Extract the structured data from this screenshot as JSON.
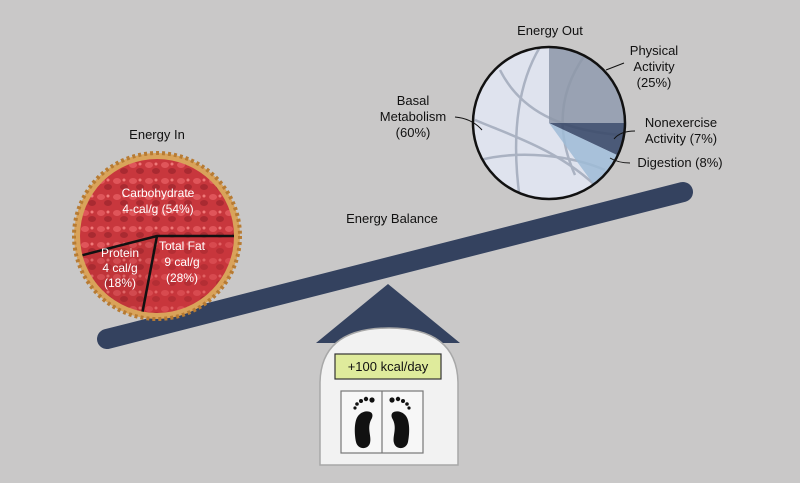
{
  "energy_in": {
    "title": "Energy In",
    "segments": [
      {
        "name": "Carbohydrate",
        "detail": "4-cal/g (54%)",
        "percent": 54
      },
      {
        "name": "Protein",
        "detail": "4 cal/g",
        "pct_text": "(18%)",
        "percent": 18
      },
      {
        "name": "Total Fat",
        "detail": "9 cal/g",
        "pct_text": "(28%)",
        "percent": 28
      }
    ]
  },
  "energy_out": {
    "title": "Energy Out",
    "segments": [
      {
        "name": "Basal",
        "name2": "Metabolism",
        "pct_text": "(60%)",
        "percent": 60
      },
      {
        "name": "Physical",
        "name2": "Activity",
        "pct_text": "(25%)",
        "percent": 25
      },
      {
        "name": "Nonexercise",
        "name2": "Activity (7%)",
        "percent": 7
      },
      {
        "name": "Digestion (8%)",
        "percent": 8
      }
    ]
  },
  "balance_label": "Energy Balance",
  "scale_reading": "+100 kcal/day",
  "colors": {
    "background": "#c9c8c8",
    "beam": "#34425f",
    "pie_red": "#c8373d",
    "crust": "#d9a35a",
    "ball": "#dfe3ee",
    "physical": "#8d97a8",
    "nonexercise": "#3b4a6a",
    "digestion": "#9fbbd6",
    "scale_display": "#dfeb9c"
  }
}
